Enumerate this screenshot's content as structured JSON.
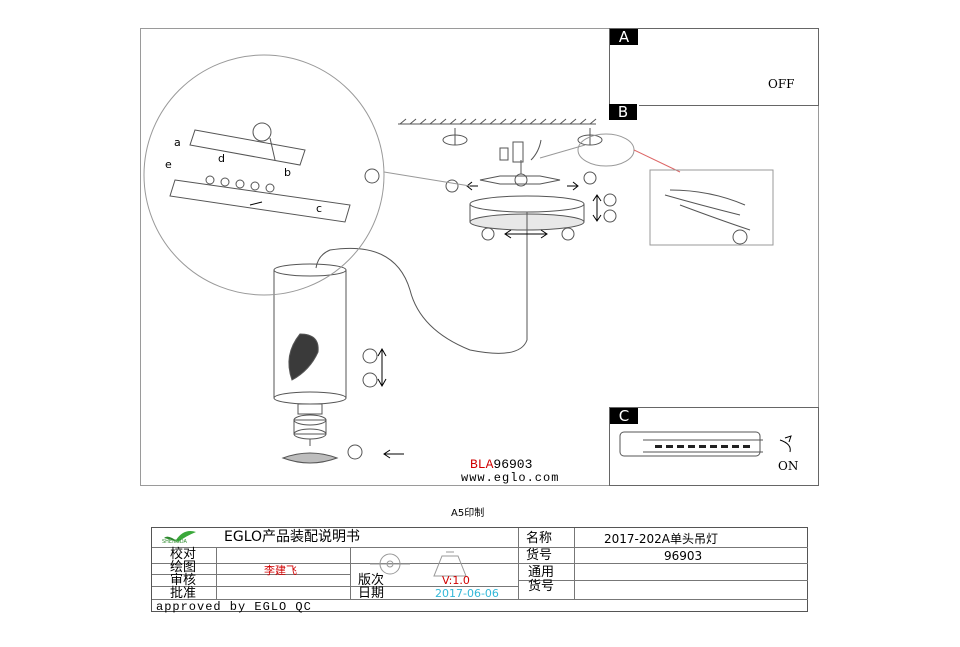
{
  "drawing": {
    "model_prefix": "BLA",
    "model_number": "96903",
    "website": "www.eglo.com",
    "paper_size_note": "A5印制",
    "colors": {
      "line": "#555555",
      "model_prefix": "#d00000",
      "drafter": "#d00000",
      "version": "#d00000",
      "date": "#33b8d8"
    }
  },
  "panels": {
    "a": {
      "tag": "A",
      "state": "OFF"
    },
    "b": {
      "tag": "B"
    },
    "c": {
      "tag": "C",
      "state": "ON"
    }
  },
  "detail_labels": [
    "a",
    "b",
    "c",
    "d",
    "e"
  ],
  "title_block": {
    "logo_text": "SHENGDA",
    "doc_title": "EGLO产品装配说明书",
    "rows_left": [
      "校对",
      "绘图",
      "审核",
      "批准"
    ],
    "drafter": "李建飞",
    "version_label": "版次",
    "version_value": "V:1.0",
    "date_label": "日期",
    "date_value": "2017-06-06",
    "name_label": "名称",
    "name_value": "2017-202A单头吊灯",
    "item_no_label": "货号",
    "item_no_value": "96903",
    "generic_label": "通用货号",
    "approved_by": "approved by EGLO QC"
  }
}
